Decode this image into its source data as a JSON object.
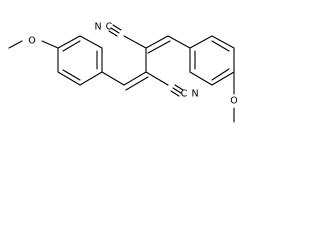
{
  "molecule": {
    "atoms": {
      "o_left": "O",
      "n_top": "N",
      "c_top": "C",
      "n_bottom": "N",
      "c_bottom": "C",
      "o_right": "O"
    }
  }
}
